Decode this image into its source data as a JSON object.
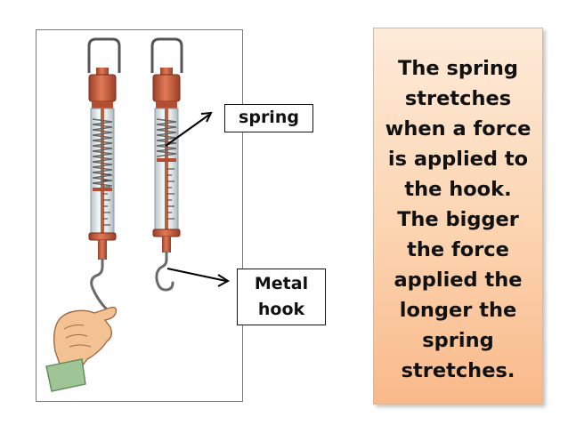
{
  "labels": {
    "spring": "spring",
    "hook_line1": "Metal",
    "hook_line2": "hook"
  },
  "info": {
    "text": "The spring\nstretches\nwhen a force\nis applied to\nthe hook.\nThe bigger\nthe force\napplied the\nlonger the\nspring\nstretches."
  },
  "colors": {
    "cap": "#c25a3a",
    "copper": "#c8734f",
    "tube": "#dde3e6",
    "hand": "#f5c79a",
    "cuff": "#a9c9a0"
  }
}
